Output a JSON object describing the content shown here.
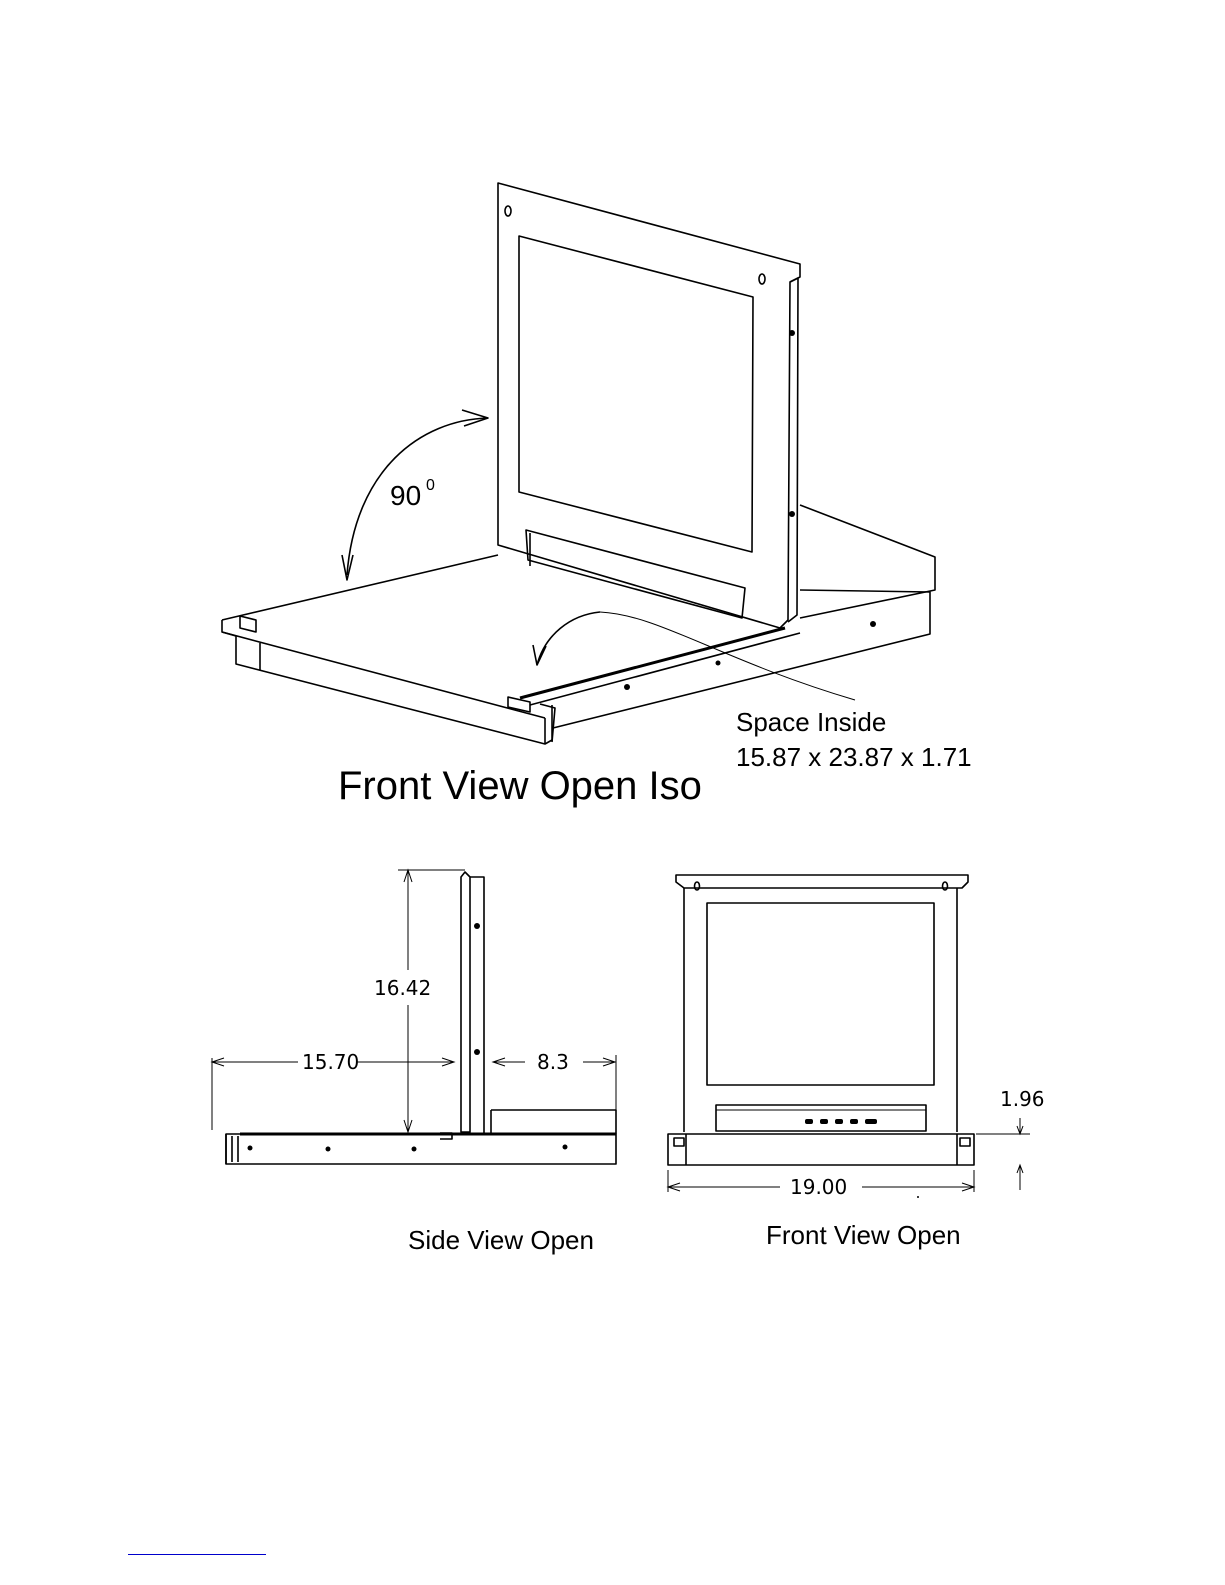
{
  "iso_view": {
    "title": "Front View Open Iso",
    "angle_value": "90",
    "angle_degree": "0",
    "space_label": "Space Inside",
    "space_value": "15.87 x 23.87 x 1.71"
  },
  "side_view": {
    "title": "Side View Open",
    "height_dim": "16.42",
    "depth_dim": "15.70",
    "rear_dim": "8.3"
  },
  "front_view": {
    "title": "Front View Open",
    "width_dim": "19.00",
    "rack_height_dim": "1.96"
  },
  "colors": {
    "line": "#000000",
    "link_underline": "#0000cc"
  }
}
